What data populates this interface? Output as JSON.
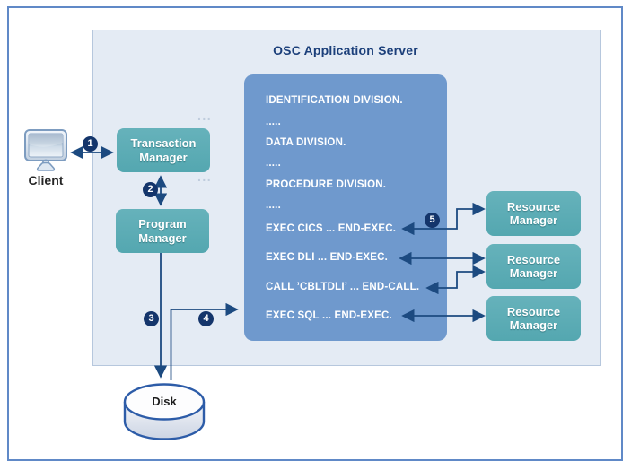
{
  "diagram": {
    "title": "OSC Application Server",
    "client_label": "Client",
    "transaction_manager": "Transaction\nManager",
    "program_manager": "Program\nManager",
    "resource_managers": [
      "Resource\nManager",
      "Resource\nManager",
      "Resource\nManager"
    ],
    "disk_label": "Disk",
    "ellipsis": "...",
    "code_lines": [
      "IDENTIFICATION DIVISION.",
      ".....",
      "DATA DIVISION.",
      ".....",
      "PROCEDURE DIVISION.",
      ".....",
      "EXEC CICS ... END-EXEC.",
      "EXEC DLI ... END-EXEC.",
      "CALL ’CBLTDLI’ ... END-CALL.",
      "EXEC SQL ... END-EXEC."
    ],
    "step_badges": [
      "1",
      "2",
      "3",
      "4",
      "5"
    ],
    "colors": {
      "panel_bg": "#e4ebf4",
      "panel_border": "#b6c7dd",
      "code_box_blue": "#6f99cd",
      "manager_teal": "#5badb6",
      "arrow_navy": "#1c4a80",
      "badge_navy": "#14356b",
      "title_navy": "#1b3f7a",
      "frame_border": "#6089c7"
    }
  }
}
